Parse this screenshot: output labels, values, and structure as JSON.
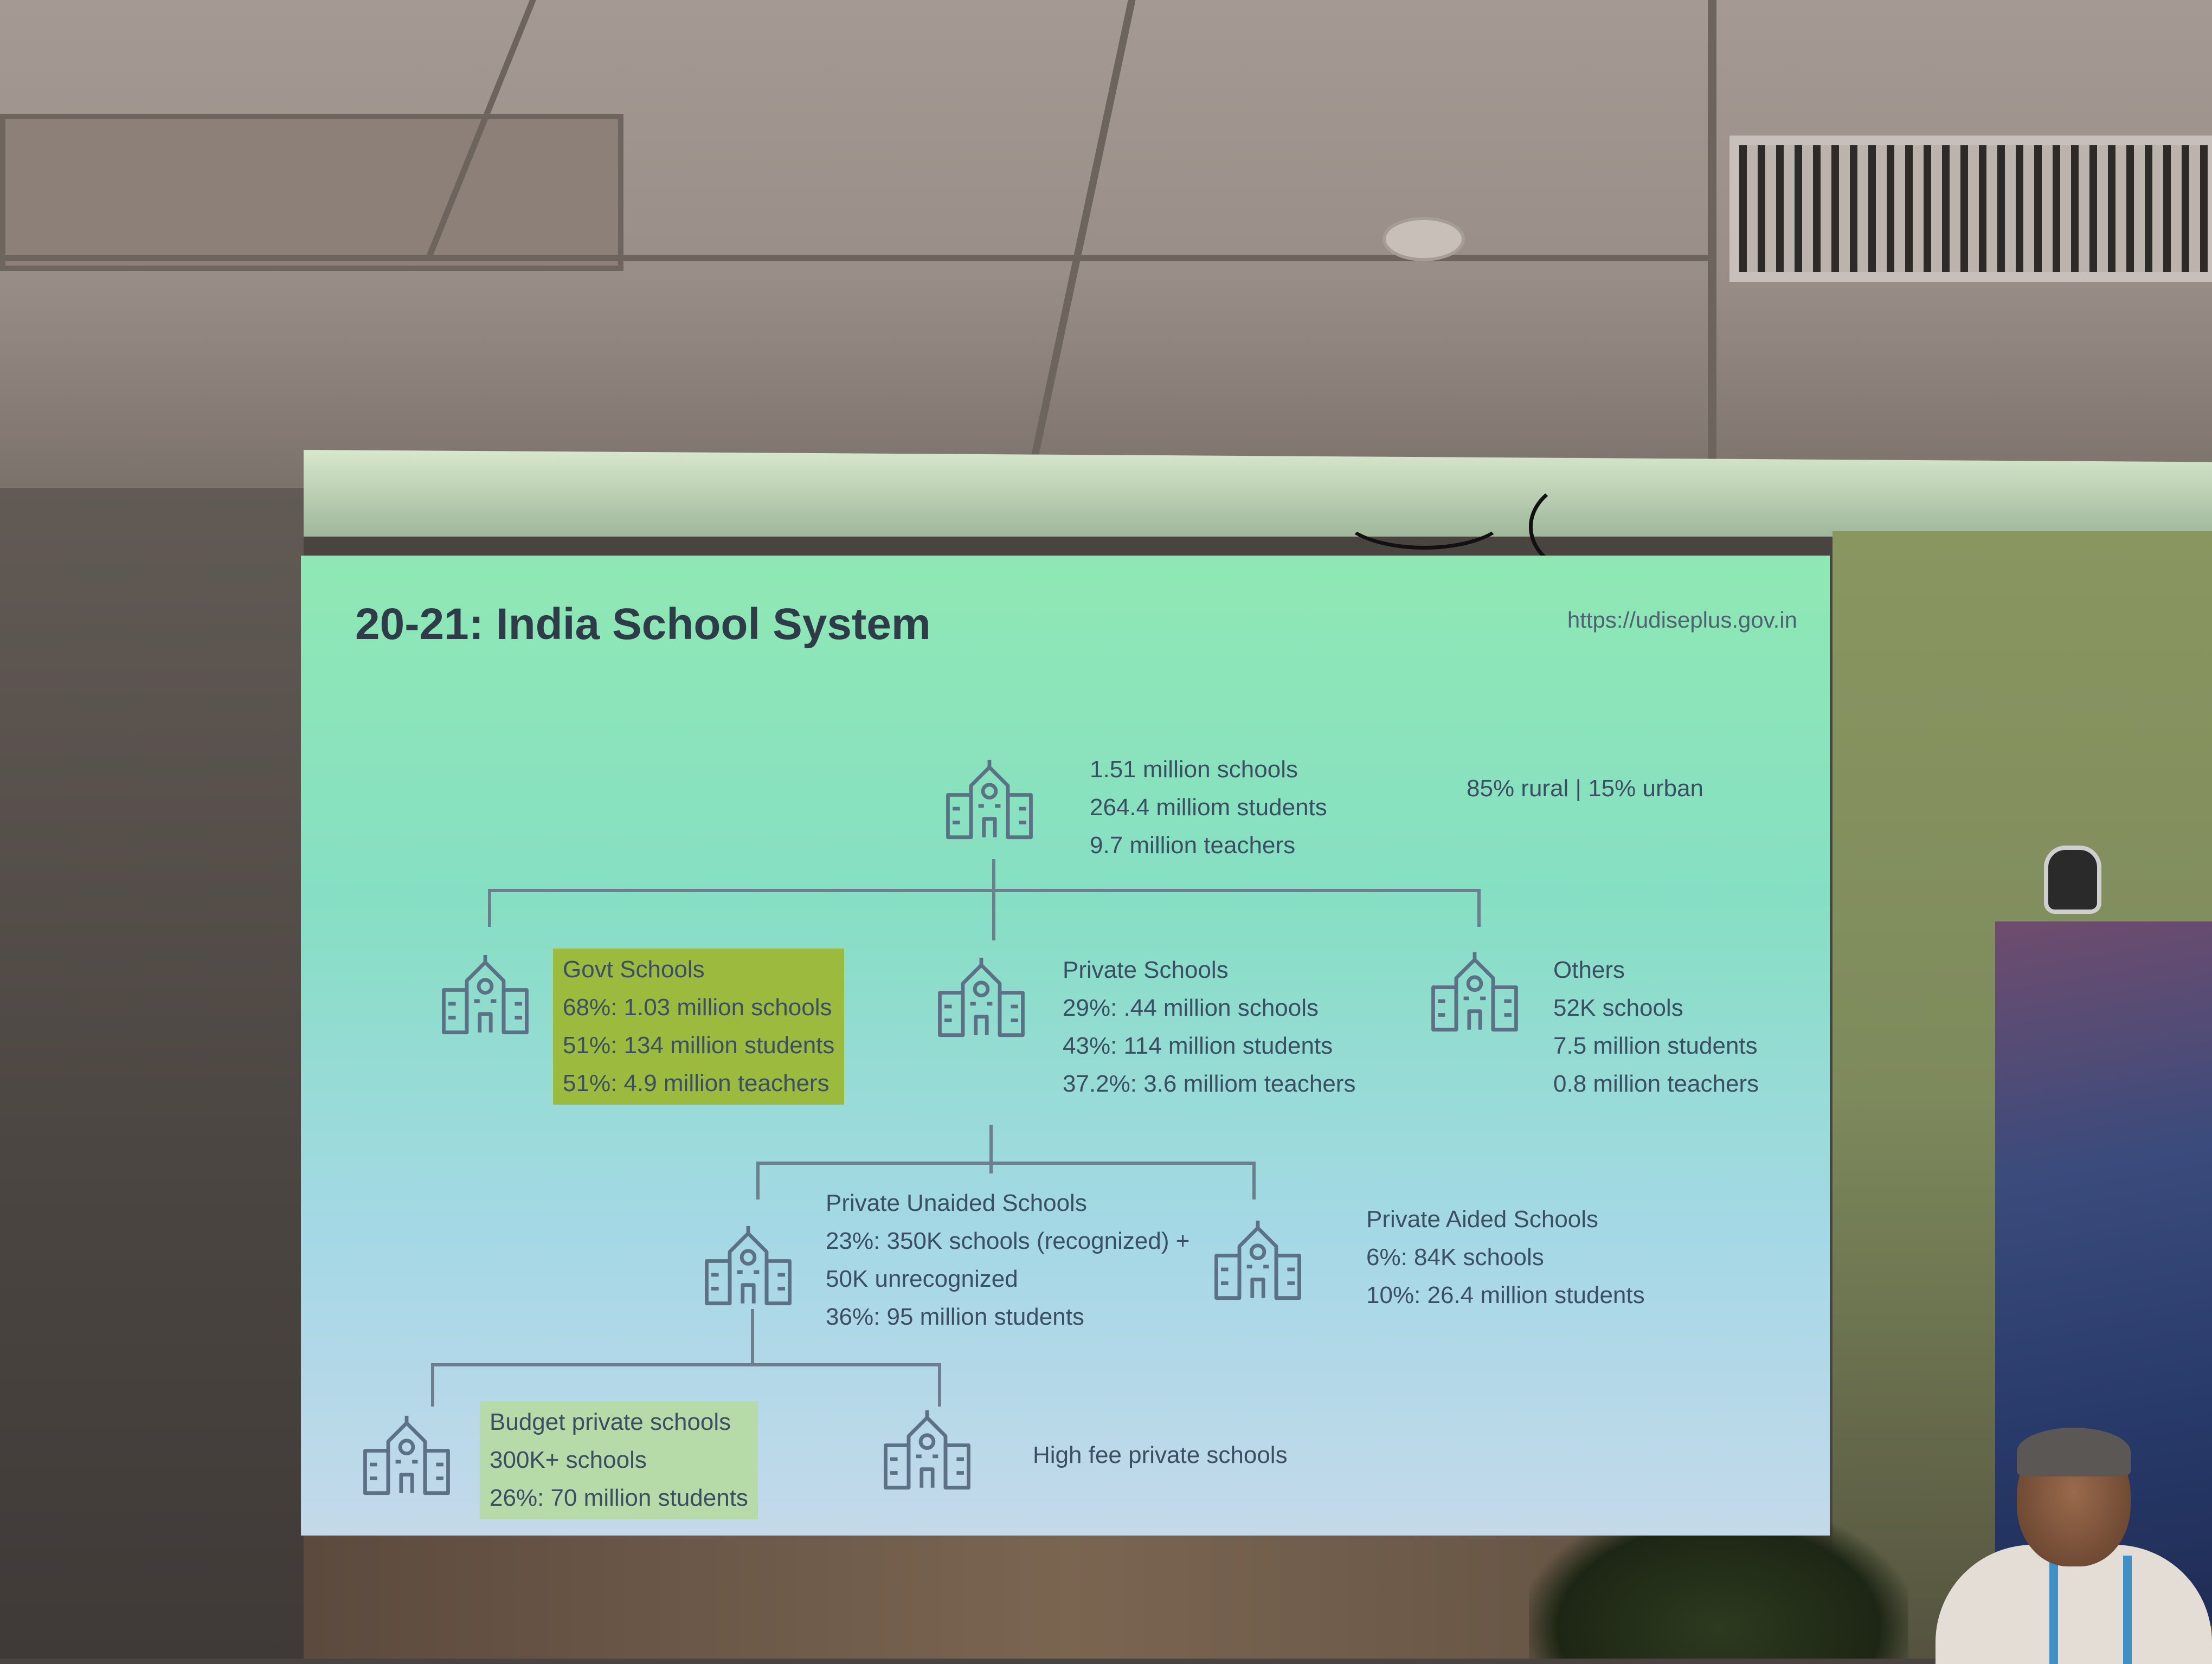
{
  "slide": {
    "title": "20-21: India School System",
    "source": "https://udiseplus.gov.in"
  },
  "tree": {
    "root": {
      "lines": [
        "1.51 million schools",
        "264.4 milliom students",
        "9.7 million teachers"
      ],
      "note": "85% rural | 15% urban"
    },
    "govt": {
      "lines": [
        "Govt Schools",
        "68%: 1.03 million schools",
        "51%: 134 million students",
        "51%: 4.9 million teachers"
      ]
    },
    "private": {
      "lines": [
        "Private Schools",
        "29%: .44 million schools",
        "43%: 114 million students",
        "37.2%: 3.6 milliom teachers"
      ]
    },
    "others": {
      "lines": [
        "Others",
        "52K schools",
        "7.5 million students",
        "0.8 million teachers"
      ]
    },
    "private_unaided": {
      "lines": [
        "Private Unaided Schools",
        "23%: 350K schools (recognized) +",
        "50K unrecognized",
        "36%: 95 million students"
      ]
    },
    "private_aided": {
      "lines": [
        "Private Aided Schools",
        "6%: 84K schools",
        "10%: 26.4 million students"
      ]
    },
    "budget_private": {
      "lines": [
        "Budget private schools",
        "300K+ schools",
        "26%: 70 million students"
      ]
    },
    "high_fee": {
      "label": "High fee private schools"
    }
  },
  "colors": {
    "highlight_strong": "#9cbb3e",
    "highlight_soft": "#b7dba8",
    "text": "#3b4e63",
    "icon": "#5d7186"
  },
  "icons": {
    "node_icon": "school-building-icon"
  }
}
